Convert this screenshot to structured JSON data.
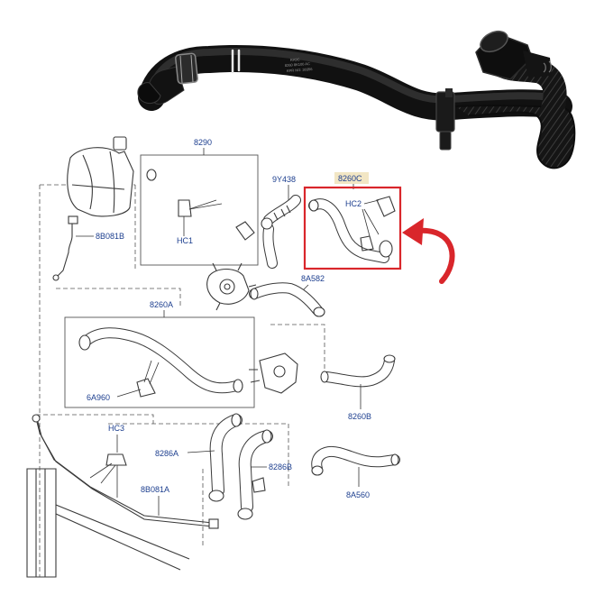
{
  "photo": {
    "hose_print_line1": "RA9C",
    "hose_print_line2": "8260 8K100 AC",
    "hose_print_line3": "KPR NO: 30356"
  },
  "labels": {
    "p8290": "8290",
    "hc1": "HC1",
    "p9y438": "9Y438",
    "p8260c": "8260C",
    "hc2": "HC2",
    "p8b081b": "8B081B",
    "p8a582": "8A582",
    "p8260a": "8260A",
    "p6a960": "6A960",
    "p8260b": "8260B",
    "hc3": "HC3",
    "p8286a": "8286A",
    "p8286b": "8286B",
    "p8b081a": "8B081A",
    "p8a560": "8A560"
  },
  "colors": {
    "highlight_box": "#d9262b",
    "arrow": "#d9262b",
    "label_highlight_bg": "#f2e6c4",
    "label_text": "#1d3f8f"
  }
}
